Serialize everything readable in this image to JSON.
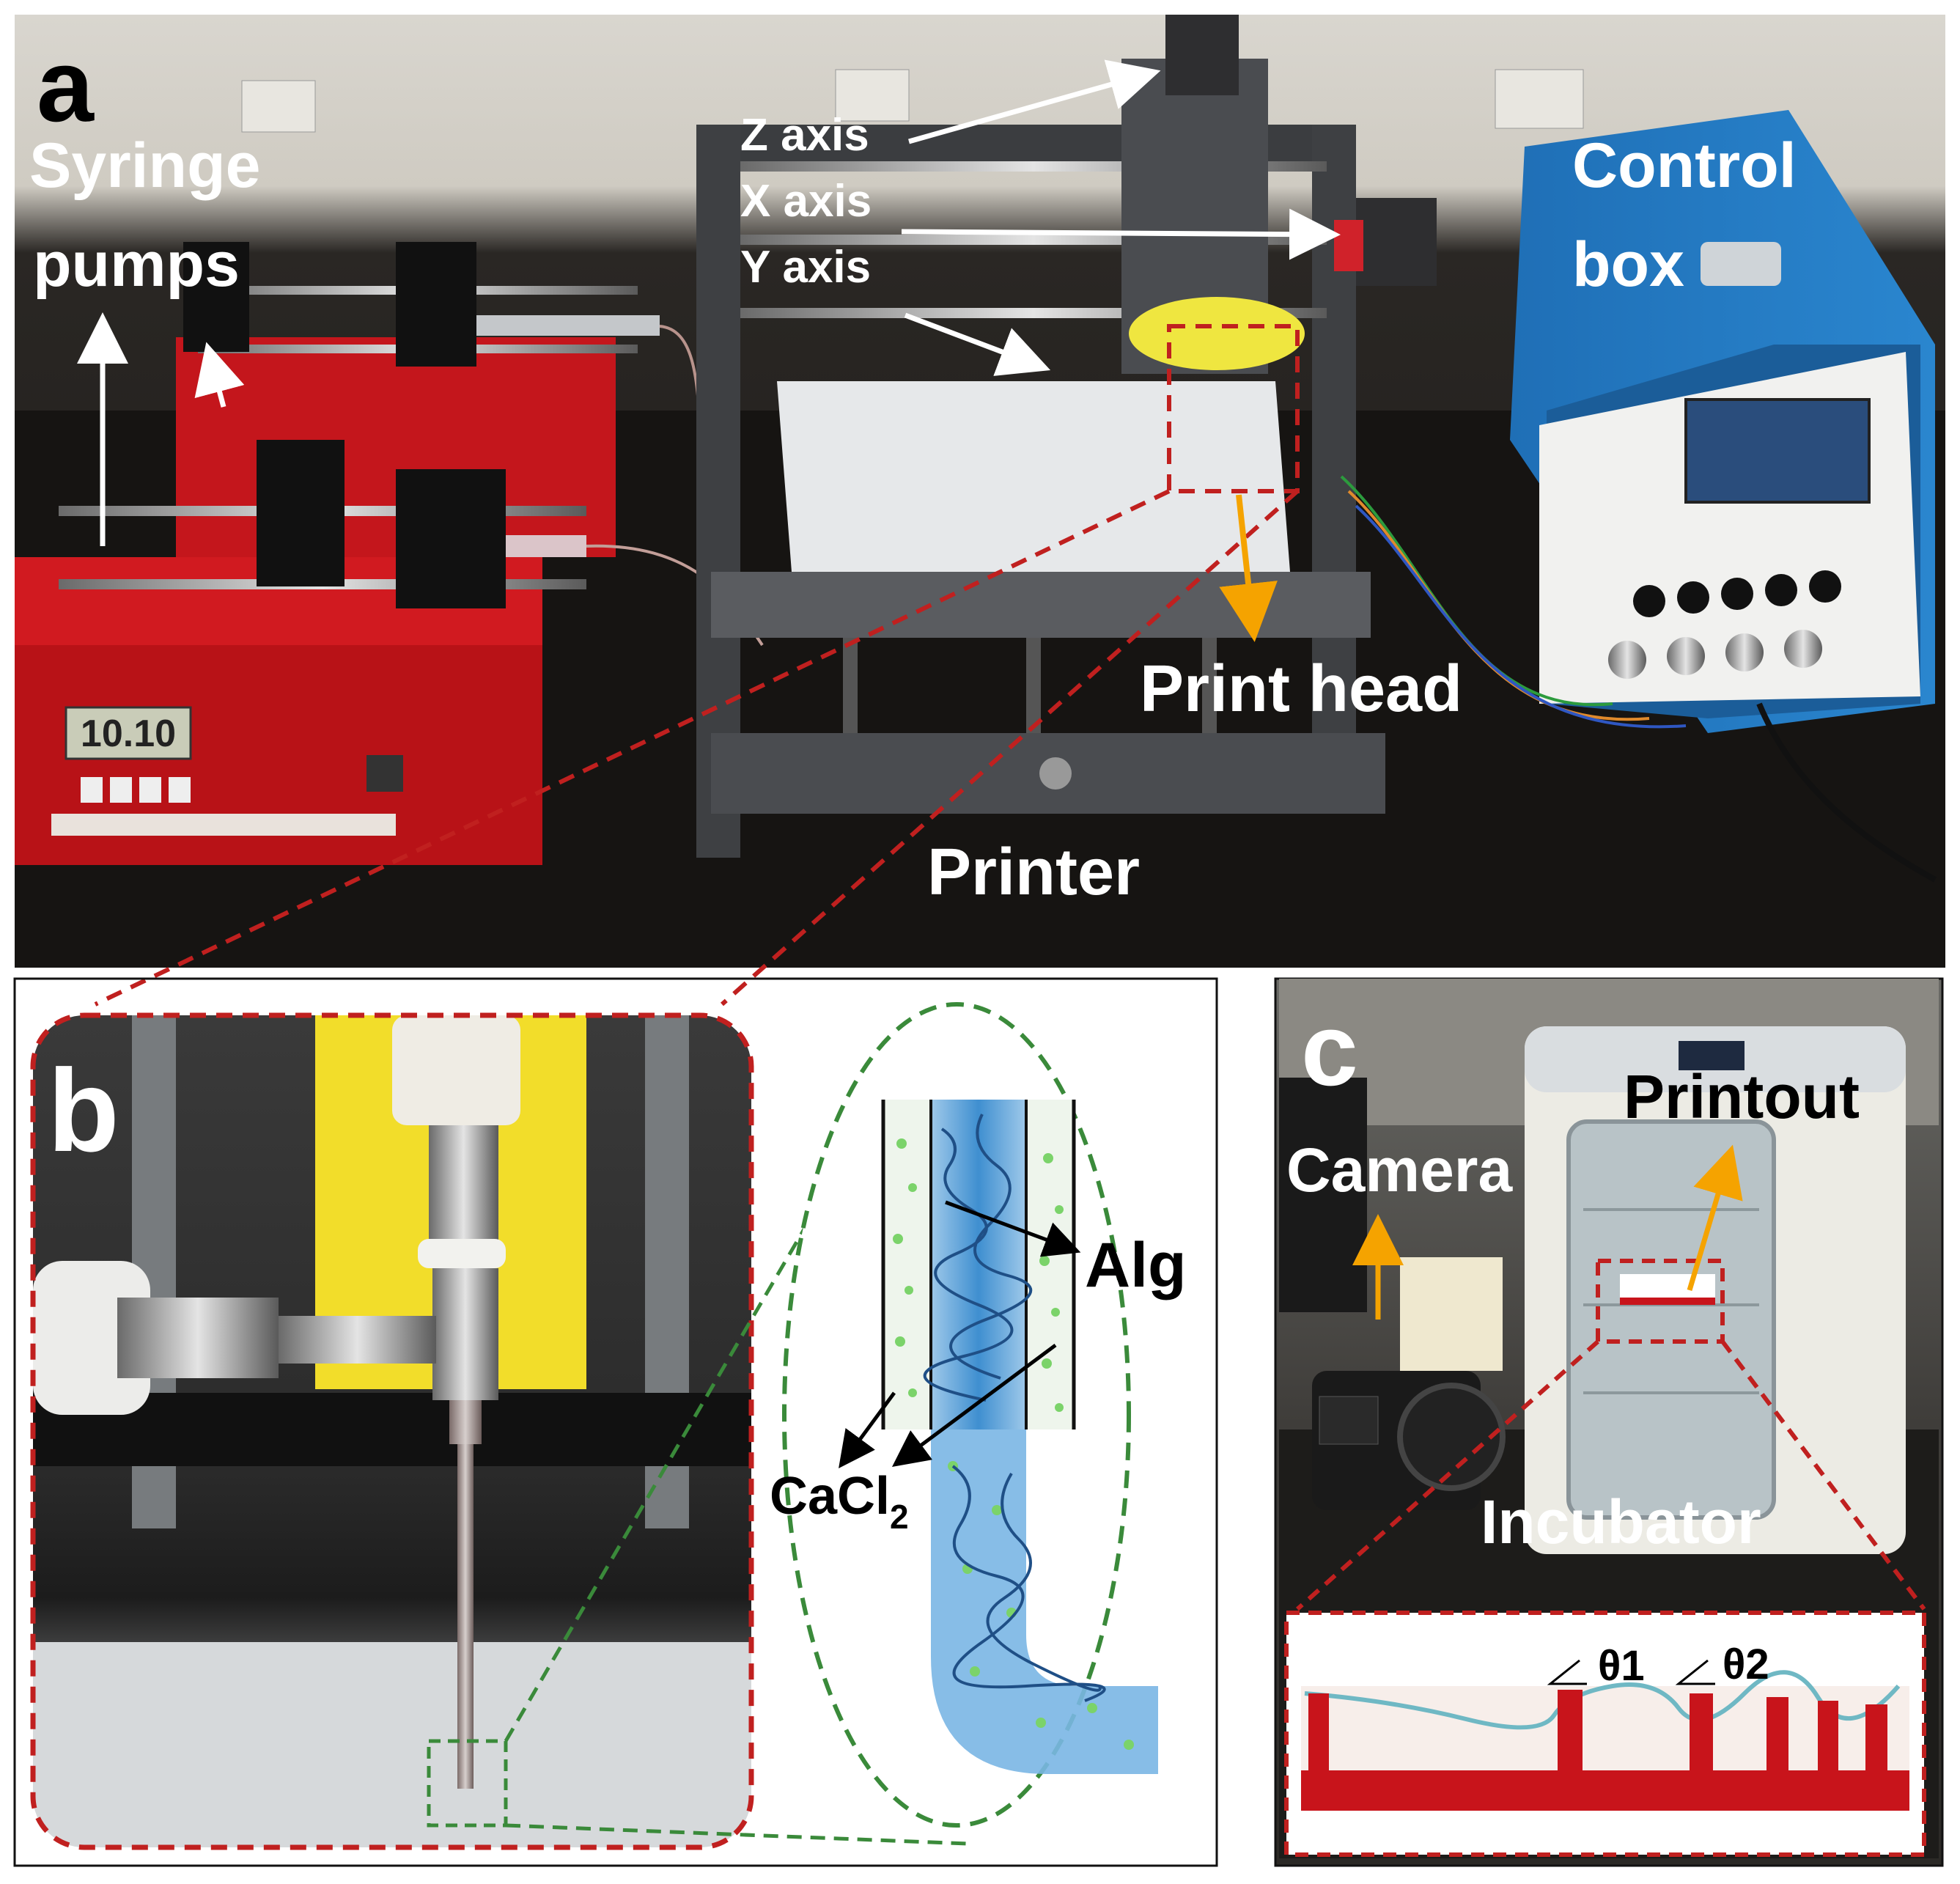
{
  "panels": {
    "a": {
      "letter": "a",
      "labels": {
        "syringe_pumps_1": "Syringe",
        "syringe_pumps_2": "pumps",
        "z_axis": "Z axis",
        "x_axis": "X axis",
        "y_axis": "Y axis",
        "control_box_1": "Control",
        "control_box_2": "box",
        "print_head": "Print head",
        "printer": "Printer",
        "pump_display": "10.10"
      }
    },
    "b": {
      "letter": "b",
      "labels": {
        "alg": "Alg",
        "cacl": "CaCl",
        "cacl_sub": "2"
      }
    },
    "c": {
      "letter": "c",
      "labels": {
        "printout": "Printout",
        "camera": "Camera",
        "incubator": "Incubator",
        "theta1": "θ1",
        "theta2": "θ2"
      }
    }
  },
  "colors": {
    "callout_red": "#c0201f",
    "callout_green": "#3a8a3a",
    "arrow_orange": "#f5a300",
    "arrow_white": "#ffffff",
    "alginate_blue": "#3f9ad6",
    "cacl_green": "#7bd36a"
  }
}
